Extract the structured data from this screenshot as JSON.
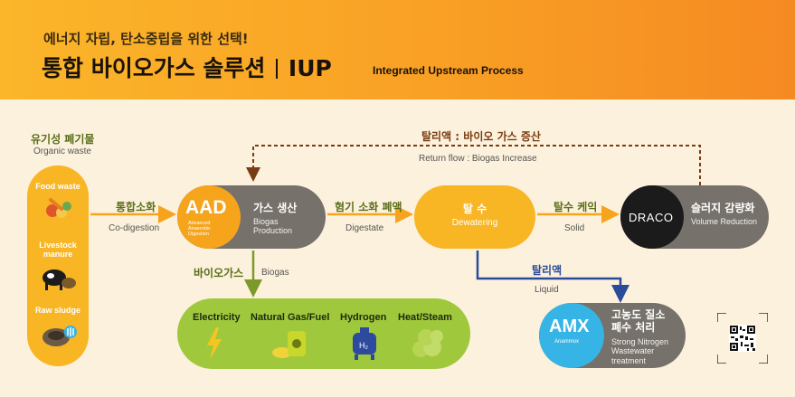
{
  "header": {
    "subtitle": "에너지 자립, 탄소중립을 위한 선택!",
    "title_kr": "통합 바이오가스 솔루션",
    "title_iup": "IUP",
    "title_en": "Integrated Upstream Process"
  },
  "organic_waste": {
    "label_kr": "유기성 폐기물",
    "label_en": "Organic waste",
    "items": [
      "Food waste",
      "Livestock manure",
      "Raw sludge"
    ]
  },
  "co_digestion": {
    "kr": "통합소화",
    "en": "Co-digestion"
  },
  "aad": {
    "logo": "AAD",
    "logo_sub": "Advanced Anaerobic Digestion",
    "kr": "가스 생산",
    "en": "Biogas Production"
  },
  "digestate": {
    "kr": "혐기 소화 폐액",
    "en": "Digestate"
  },
  "dewatering": {
    "kr": "탈 수",
    "en": "Dewatering"
  },
  "solid": {
    "kr": "탈수 케익",
    "en": "Solid"
  },
  "draco": {
    "logo": "DRACO",
    "kr": "슬러지 감량화",
    "en": "Volume Reduction"
  },
  "return_flow": {
    "kr": "탈리액 : 바이오 가스 증산",
    "en": "Return flow : Biogas Increase"
  },
  "liquid": {
    "kr": "탈리액",
    "en": "Liquid"
  },
  "amx": {
    "logo": "AMX",
    "logo_sub": "Anammox",
    "kr": "고농도 질소 폐수 처리",
    "en": "Strong Nitrogen Wastewater treatment"
  },
  "biogas": {
    "kr": "바이오가스",
    "en": "Biogas"
  },
  "products": {
    "items": [
      "Electricity",
      "Natural Gas/Fuel",
      "Hydrogen",
      "Heat/Steam"
    ],
    "hydrogen_symbol": "H₂"
  },
  "colors": {
    "header": "#f9a025",
    "orange": "#f8b524",
    "green": "#9fc83c",
    "gray": "#76716a",
    "blue": "#36b4e5",
    "brown": "#7a3c12"
  }
}
